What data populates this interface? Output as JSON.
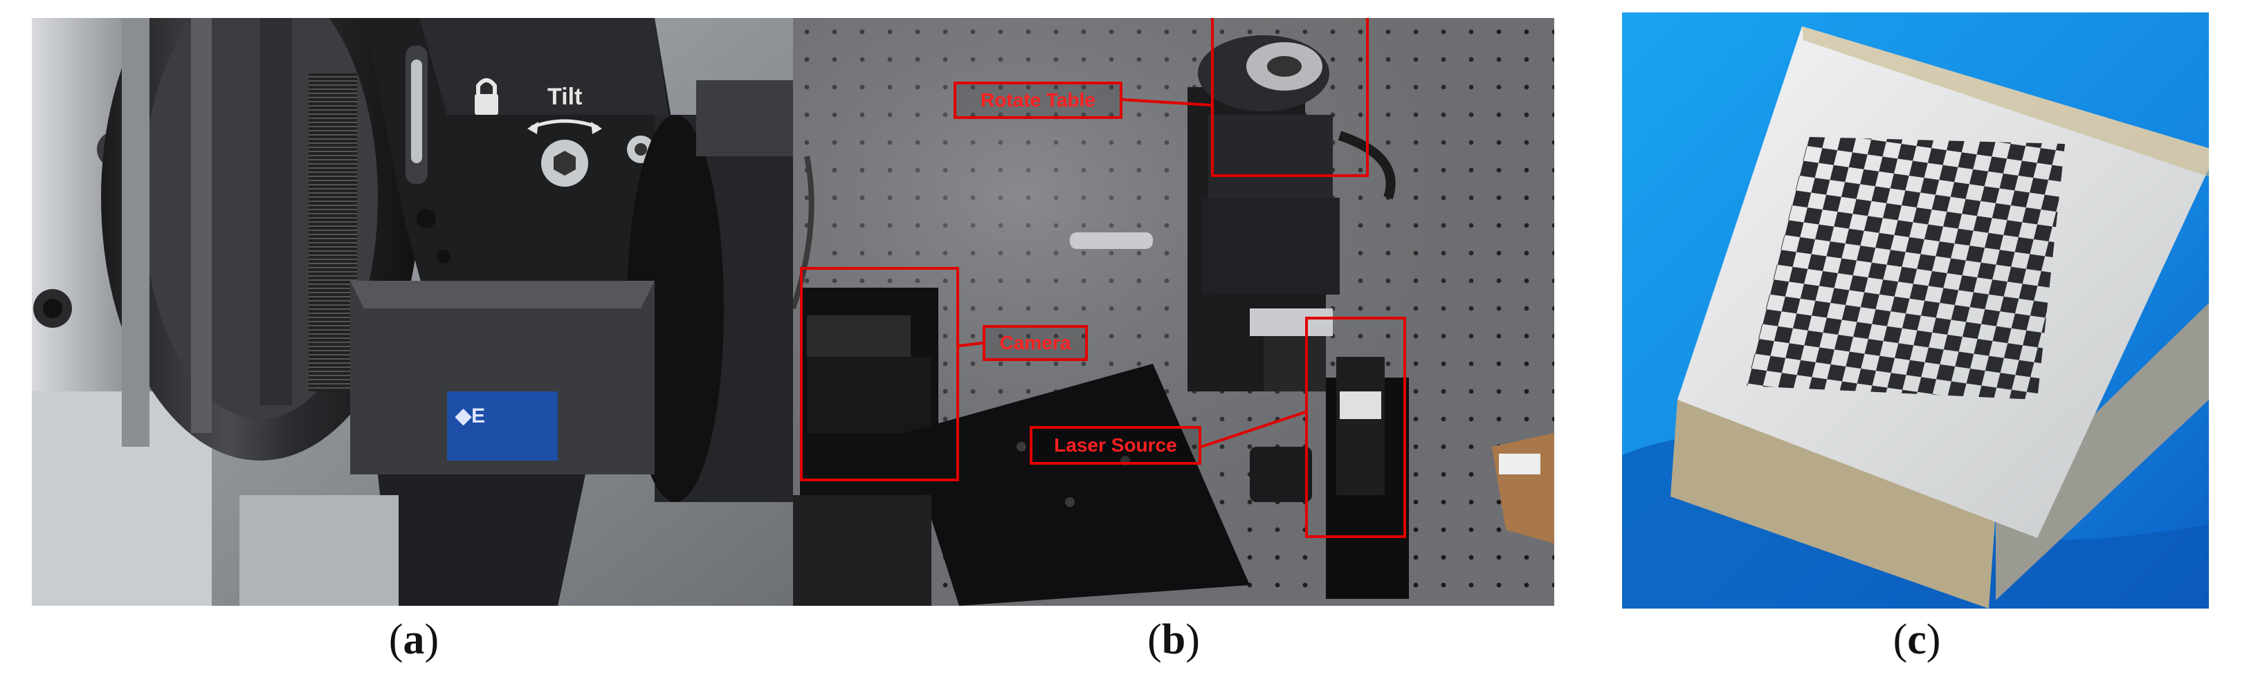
{
  "panels": [
    {
      "id": "a",
      "caption_letter": "a",
      "photo_icon": "camera-lens-tilt-mount-photo"
    },
    {
      "id": "b",
      "caption_letter": "b",
      "photo_icon": "optical-table-setup-photo",
      "labels": {
        "rotate_table": "Rotate Table",
        "camera": "Camera",
        "laser_source": "Laser Source"
      }
    },
    {
      "id": "c",
      "caption_letter": "c",
      "photo_icon": "checkerboard-calibration-cube-photo"
    }
  ],
  "colors": {
    "annotation_red": "#e00000",
    "background_blue": "#1e88e5"
  }
}
